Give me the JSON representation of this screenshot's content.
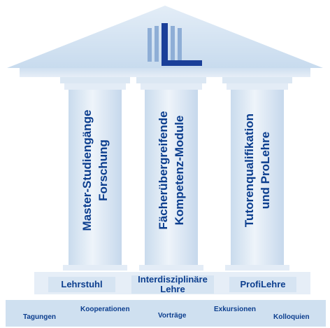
{
  "pillars": [
    {
      "line1": "Master-Studiengänge",
      "line2": "Forschung"
    },
    {
      "line1": "Fächerübergreifende",
      "line2": "Kompetenz-Module"
    },
    {
      "line1": "Tutorenqualifikation",
      "line2": "und ProLehre"
    }
  ],
  "stylobate": {
    "left": "Lehrstuhl",
    "center_line1": "Interdisziplinäre",
    "center_line2": "Lehre",
    "right": "ProfiLehre"
  },
  "foundation": [
    "Tagungen",
    "Kooperationen",
    "Vorträge",
    "Exkursionen",
    "Kolloquien"
  ],
  "colors": {
    "text": "#0c3e8e",
    "pillar": "#dfe9f4",
    "roof": "#d3e2f1",
    "logo_dark": "#1a3f99",
    "logo_light": "#8eaed6",
    "base": "#e6eef7",
    "foundation": "#cfe0f0"
  }
}
